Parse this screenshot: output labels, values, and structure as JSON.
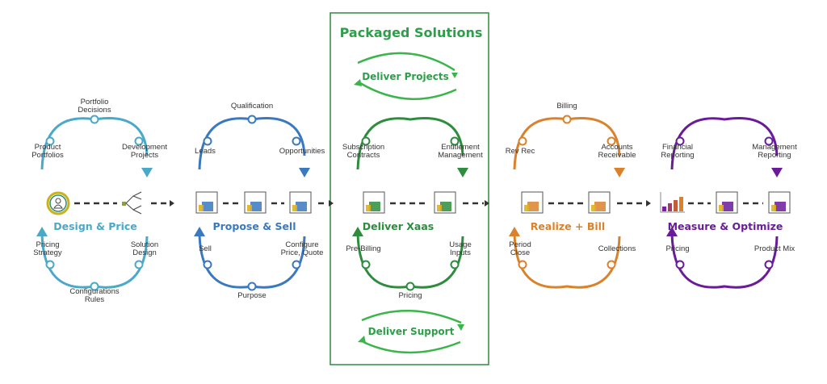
{
  "colors": {
    "design": "#4aa8c8",
    "propose": "#3a78c0",
    "deliver": "#2e8c3e",
    "packaged": "#39b54a",
    "realize": "#d9822b",
    "measure": "#6a1b9a",
    "connector": "#333333",
    "label": "#333333"
  },
  "packaged": {
    "title": "Packaged Solutions",
    "deliver_projects": "Deliver Projects",
    "deliver_support": "Deliver Support"
  },
  "stages": [
    {
      "id": "design",
      "title": "Design & Price",
      "top_labels": [
        "Product Portfolios",
        "Portfolio Decisions",
        "Development Projects"
      ],
      "bottom_labels": [
        "Pricing Strategy",
        "Configurations Rules",
        "Solution Design"
      ],
      "icons": [
        "person-circle-icon",
        "tree-network-icon"
      ]
    },
    {
      "id": "propose",
      "title": "Propose & Sell",
      "top_labels": [
        "Leads",
        "Qualification",
        "Opportunities"
      ],
      "bottom_labels": [
        "Sell",
        "Purpose",
        "Configure Price, Quote"
      ],
      "icons": [
        "salesperson-icon",
        "puzzle-icon",
        "contract-sign-icon"
      ]
    },
    {
      "id": "deliver",
      "title": "Deliver Xaas",
      "top_labels": [
        "Subscription Contracts",
        "",
        "Entitlement Management"
      ],
      "bottom_labels": [
        "Pre-Billing",
        "Pricing",
        "Usage Inputs"
      ],
      "icons": [
        "workflow-person-icon",
        "meter-badge-icon"
      ]
    },
    {
      "id": "realize",
      "title": "Realize + Bill",
      "top_labels": [
        "Rev Rec",
        "Billing",
        "Accounts Receivable"
      ],
      "bottom_labels": [
        "Period Close",
        "",
        "Collections"
      ],
      "icons": [
        "desk-worker-icon",
        "invoice-calculator-icon"
      ]
    },
    {
      "id": "measure",
      "title": "Measure & Optimize",
      "top_labels": [
        "Financial Reporting",
        "",
        "Management Reporting"
      ],
      "bottom_labels": [
        "Pricing",
        "",
        "Product Mix"
      ],
      "icons": [
        "bar-chart-icon",
        "meeting-map-icon",
        "document-card-icon"
      ]
    }
  ]
}
